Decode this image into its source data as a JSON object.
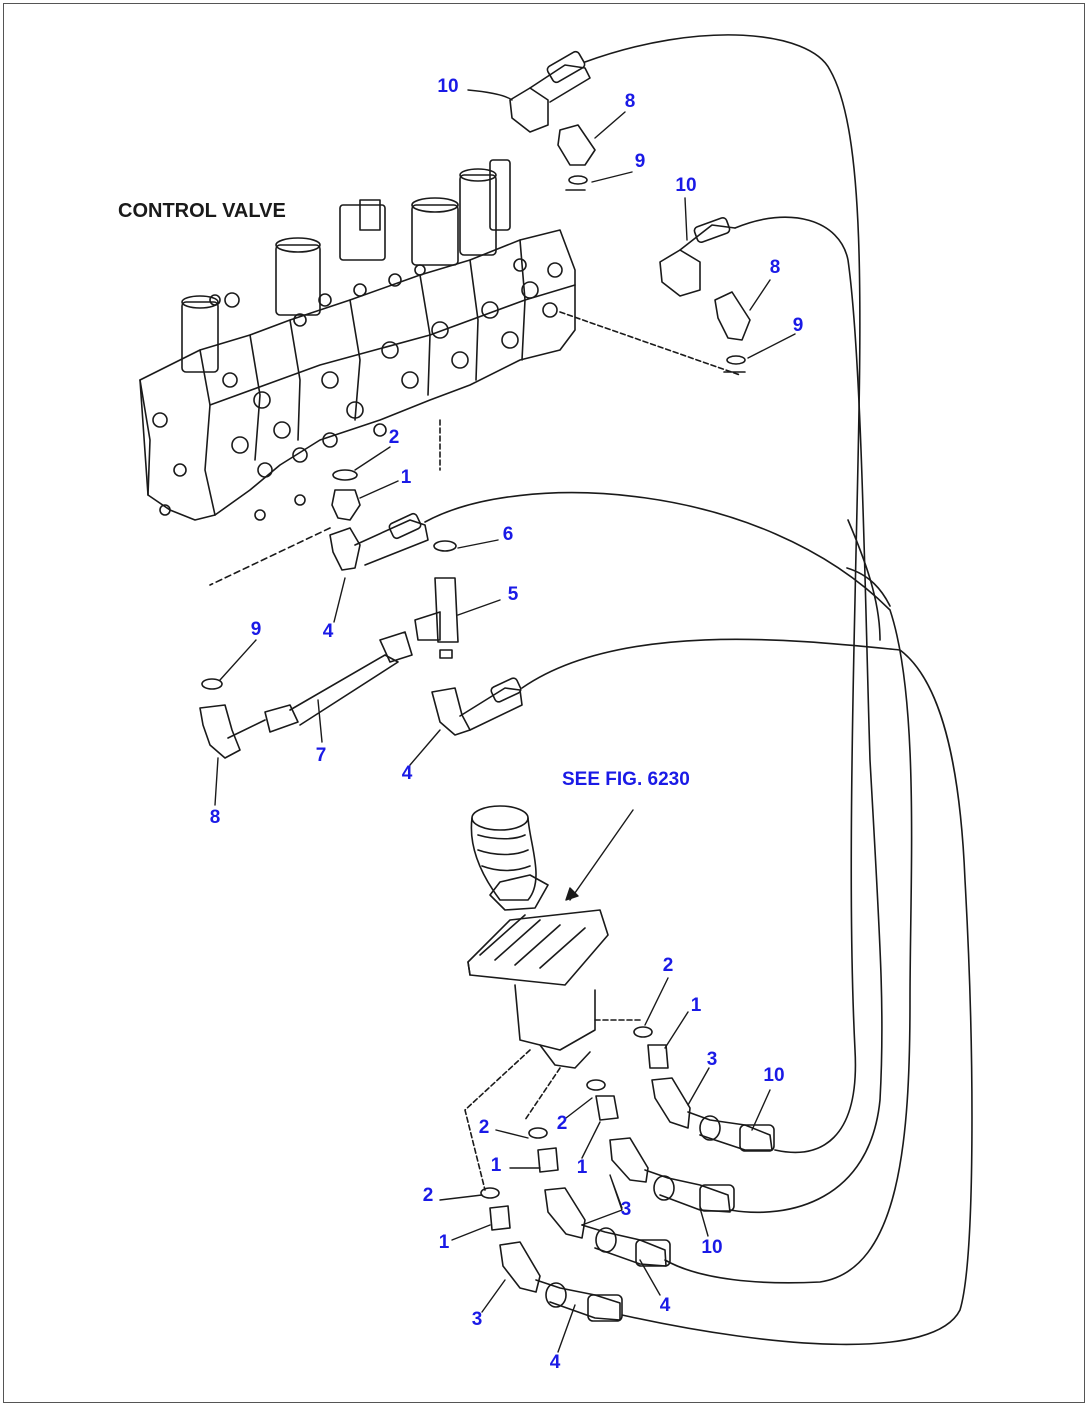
{
  "labels": {
    "control_valve": "CONTROL VALVE",
    "see_fig": "SEE FIG. 6230"
  },
  "callouts": [
    "10",
    "8",
    "9",
    "10",
    "8",
    "9",
    "2",
    "1",
    "6",
    "5",
    "4",
    "9",
    "7",
    "8",
    "4",
    "2",
    "1",
    "3",
    "10",
    "2",
    "1",
    "2",
    "1",
    "3",
    "10",
    "2",
    "1",
    "3",
    "4",
    "4"
  ],
  "colors": {
    "callout": "#1a1ae6",
    "line": "#1a1a1a"
  }
}
